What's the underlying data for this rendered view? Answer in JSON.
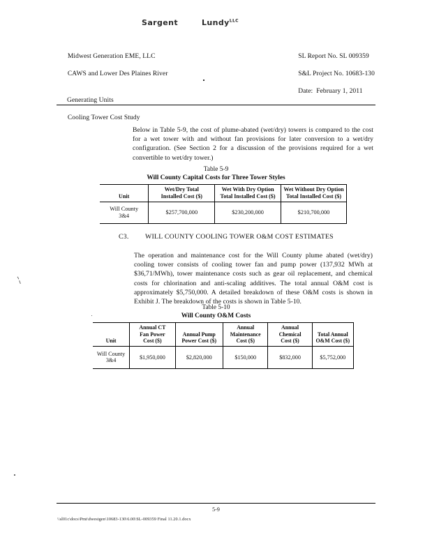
{
  "header": {
    "left_lines": [
      "Midwest Generation EME, LLC",
      "CAWS and Lower Des Plaines River",
      "Generating Units",
      "Cooling Tower Cost Study"
    ],
    "logo_part1": "Sargent",
    "logo_part2": "Lundy",
    "logo_trademark": "LLC",
    "right_lines": [
      "SL Report No. SL 009359",
      "S&L Project No. 10683-130",
      "Date:  February 1, 2011"
    ]
  },
  "body": {
    "paragraph_1": "Below in Table 5-9, the cost of plume-abated (wet/dry) towers is compared to the cost for a wet tower with and without fan provisions for later conversion to a wet/dry configuration.  (See Section 2 for a discussion of the provisions required for a wet convertible to wet/dry tower.)",
    "section_number": "C3.",
    "section_title": "WILL COUNTY COOLING TOWER O&M COST ESTIMATES",
    "paragraph_2": "The operation and maintenance cost for the Will County plume abated (wet/dry) cooling tower consists of cooling tower fan and pump power (137,932 MWh at $36,71/MWh), tower maintenance costs such as gear oil replacement, and chemical costs for chlorination and anti-scaling additives.  The total annual O&M cost is approximately $5,750,000.  A detailed breakdown of these O&M costs is shown in Exhibit J.  The breakdown of the costs is shown in Table 5-10."
  },
  "table_59": {
    "caption_line1": "Table 5-9",
    "caption_line2": "Will County Capital Costs for Three Tower Styles",
    "headers": [
      "Unit",
      "Wet/Dry Total\nInstalled Cost ($)",
      "Wet With Dry Option\nTotal Installed Cost ($)",
      "Wet Without Dry Option\nTotal Installed Cost ($)"
    ],
    "header_unit": "Unit",
    "header_wetdry_l1": "Wet/Dry Total",
    "header_wetdry_l2": "Installed Cost ($)",
    "header_withdry_l1": "Wet With Dry Option",
    "header_withdry_l2": "Total Installed Cost ($)",
    "header_withoutdry_l1": "Wet Without Dry Option",
    "header_withoutdry_l2": "Total Installed Cost ($)",
    "row": {
      "unit_l1": "Will County",
      "unit_l2": "3&4",
      "wetdry_total": "$257,700,000",
      "wet_with_dry": "$230,200,000",
      "wet_without_dry": "$210,700,000"
    }
  },
  "table_510": {
    "caption_line1": "Table 5-10",
    "caption_line2": "Will County O&M Costs",
    "header_unit": "Unit",
    "header_fan_l1": "Annual CT",
    "header_fan_l2": "Fan Power",
    "header_fan_l3": "Cost ($)",
    "header_pump_l1": "Annual Pump",
    "header_pump_l2": "Power Cost ($)",
    "header_maint_l1": "Annual",
    "header_maint_l2": "Maintenance",
    "header_maint_l3": "Cost ($)",
    "header_chem_l1": "Annual Chemical",
    "header_chem_l2": "Cost ($)",
    "header_total_l1": "Total Annual",
    "header_total_l2": "O&M Cost ($)",
    "row": {
      "unit_l1": "Will County",
      "unit_l2": "3&4",
      "fan_power": "$1,950,000",
      "pump_power": "$2,820,000",
      "maintenance": "$150,000",
      "chemical": "$832,000",
      "total": "$5,752,000"
    }
  },
  "footer": {
    "page_number": "5-9",
    "file_path": "\\\\sl01c\\docs\\Pmt\\dwestgen\\10683-130\\6.00\\SL-009359 Final 11.20.1.docx"
  }
}
